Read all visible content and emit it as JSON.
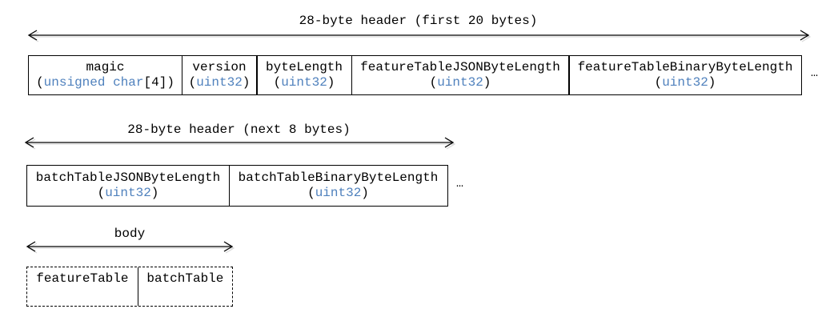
{
  "punct": {
    "open": "(",
    "close": ")"
  },
  "sections": [
    {
      "label": "28-byte header (first 20 bytes)",
      "more": "…",
      "cells": [
        {
          "name": "magic",
          "type": "unsigned char",
          "suffix": "[4]"
        },
        {
          "name": "version",
          "type": "uint32",
          "suffix": ""
        },
        {
          "name": "byteLength",
          "type": "uint32",
          "suffix": ""
        },
        {
          "name": "featureTableJSONByteLength",
          "type": "uint32",
          "suffix": ""
        },
        {
          "name": "featureTableBinaryByteLength",
          "type": "uint32",
          "suffix": ""
        }
      ]
    },
    {
      "label": "28-byte header (next 8 bytes)",
      "more": "…",
      "cells": [
        {
          "name": "batchTableJSONByteLength",
          "type": "uint32",
          "suffix": ""
        },
        {
          "name": "batchTableBinaryByteLength",
          "type": "uint32",
          "suffix": ""
        }
      ]
    },
    {
      "label": "body",
      "cells": [
        {
          "name": "featureTable"
        },
        {
          "name": "batchTable"
        }
      ]
    }
  ],
  "colors": {
    "type_blue": "#4f81bd",
    "line_black": "#000000",
    "arrow_shadow": "#d9d9d9"
  }
}
